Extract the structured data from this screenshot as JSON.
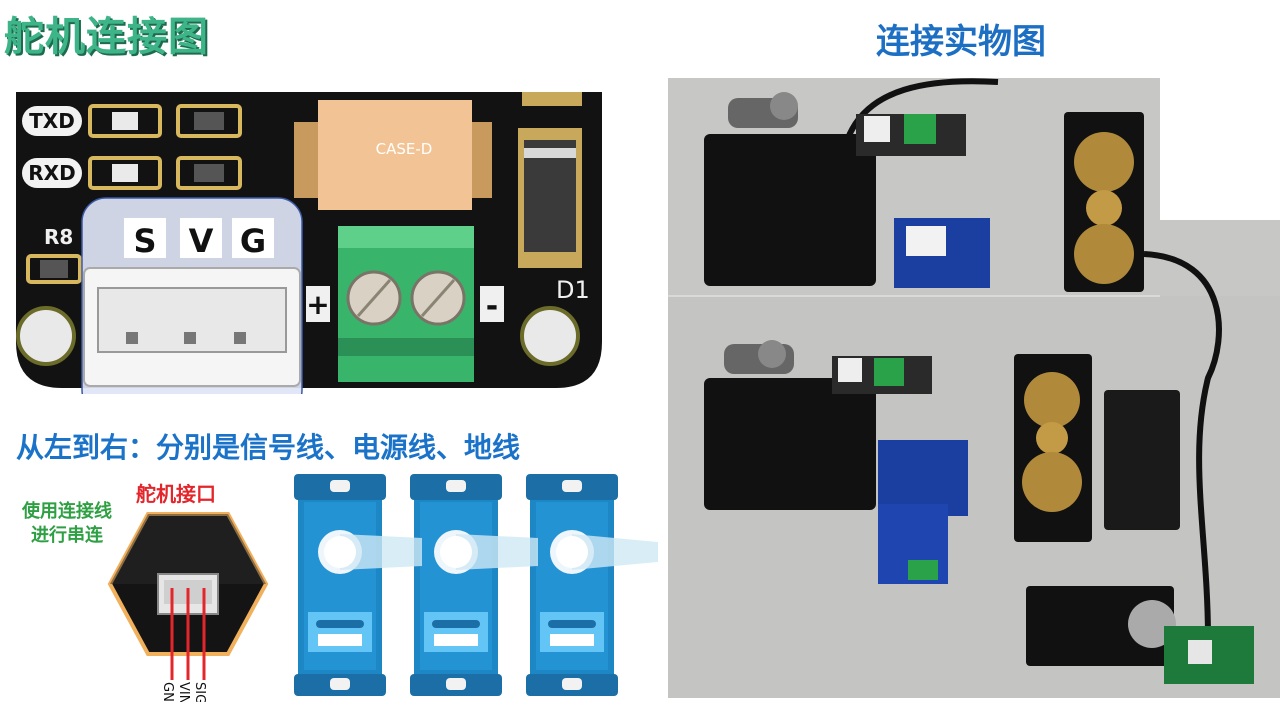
{
  "titles": {
    "left": "舵机连接图",
    "right": "连接实物图"
  },
  "board": {
    "labels": {
      "txd": "TXD",
      "rxd": "RXD",
      "r8": "R8",
      "case": "CASE-D",
      "d1": "D1",
      "plus": "+",
      "minus": "-"
    },
    "pins": [
      "S",
      "V",
      "G"
    ]
  },
  "caption": "从左到右：分别是信号线、电源线、地线",
  "servo_port_label": "舵机接口",
  "series_note": [
    "使用连接线",
    "进行串连"
  ],
  "wire_labels": [
    "GNI",
    "VIN",
    "SIG"
  ],
  "colors": {
    "title_green": "#3eb489",
    "title_blue": "#1d6fc4",
    "pcb_black": "#111111",
    "terminal_green": "#38b56a",
    "servo_blue": "#1d86c4",
    "wire_red": "#e3262b"
  }
}
